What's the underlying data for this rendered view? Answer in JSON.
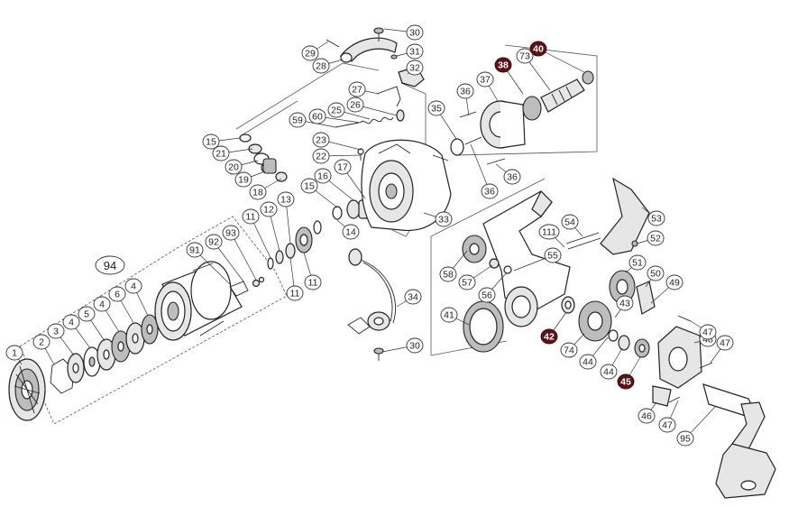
{
  "callouts": [
    {
      "label": "1",
      "dark": false
    },
    {
      "label": "2",
      "dark": false
    },
    {
      "label": "3",
      "dark": false
    },
    {
      "label": "4",
      "dark": false
    },
    {
      "label": "5",
      "dark": false
    },
    {
      "label": "4",
      "dark": false
    },
    {
      "label": "6",
      "dark": false
    },
    {
      "label": "4",
      "dark": false
    },
    {
      "label": "94",
      "dark": false
    },
    {
      "label": "91",
      "dark": false
    },
    {
      "label": "92",
      "dark": false
    },
    {
      "label": "93",
      "dark": false
    },
    {
      "label": "11",
      "dark": false
    },
    {
      "label": "12",
      "dark": false
    },
    {
      "label": "13",
      "dark": false
    },
    {
      "label": "11",
      "dark": false
    },
    {
      "label": "11",
      "dark": false
    },
    {
      "label": "14",
      "dark": false
    },
    {
      "label": "15",
      "dark": false
    },
    {
      "label": "16",
      "dark": false
    },
    {
      "label": "17",
      "dark": false
    },
    {
      "label": "15",
      "dark": false
    },
    {
      "label": "21",
      "dark": false
    },
    {
      "label": "20",
      "dark": false
    },
    {
      "label": "19",
      "dark": false
    },
    {
      "label": "18",
      "dark": false
    },
    {
      "label": "22",
      "dark": false
    },
    {
      "label": "23",
      "dark": false
    },
    {
      "label": "59",
      "dark": false
    },
    {
      "label": "60",
      "dark": false
    },
    {
      "label": "25",
      "dark": false
    },
    {
      "label": "26",
      "dark": false
    },
    {
      "label": "27",
      "dark": false
    },
    {
      "label": "29",
      "dark": false
    },
    {
      "label": "28",
      "dark": false
    },
    {
      "label": "30",
      "dark": false
    },
    {
      "label": "31",
      "dark": false
    },
    {
      "label": "32",
      "dark": false
    },
    {
      "label": "33",
      "dark": false
    },
    {
      "label": "34",
      "dark": false
    },
    {
      "label": "30",
      "dark": false
    },
    {
      "label": "35",
      "dark": false
    },
    {
      "label": "36",
      "dark": false
    },
    {
      "label": "37",
      "dark": false
    },
    {
      "label": "38",
      "dark": true
    },
    {
      "label": "73",
      "dark": false
    },
    {
      "label": "40",
      "dark": true
    },
    {
      "label": "36",
      "dark": false
    },
    {
      "label": "36",
      "dark": false
    },
    {
      "label": "53",
      "dark": false
    },
    {
      "label": "52",
      "dark": false
    },
    {
      "label": "54",
      "dark": false
    },
    {
      "label": "111",
      "dark": false
    },
    {
      "label": "58",
      "dark": false
    },
    {
      "label": "57",
      "dark": false
    },
    {
      "label": "56",
      "dark": false
    },
    {
      "label": "55",
      "dark": false
    },
    {
      "label": "51",
      "dark": false
    },
    {
      "label": "50",
      "dark": false
    },
    {
      "label": "49",
      "dark": false
    },
    {
      "label": "41",
      "dark": false
    },
    {
      "label": "42",
      "dark": true
    },
    {
      "label": "74",
      "dark": false
    },
    {
      "label": "44",
      "dark": false
    },
    {
      "label": "44",
      "dark": false
    },
    {
      "label": "45",
      "dark": true
    },
    {
      "label": "43",
      "dark": false
    },
    {
      "label": "48",
      "dark": false
    },
    {
      "label": "47",
      "dark": false
    },
    {
      "label": "47",
      "dark": false
    },
    {
      "label": "46",
      "dark": false
    },
    {
      "label": "47",
      "dark": false
    },
    {
      "label": "95",
      "dark": false
    }
  ]
}
